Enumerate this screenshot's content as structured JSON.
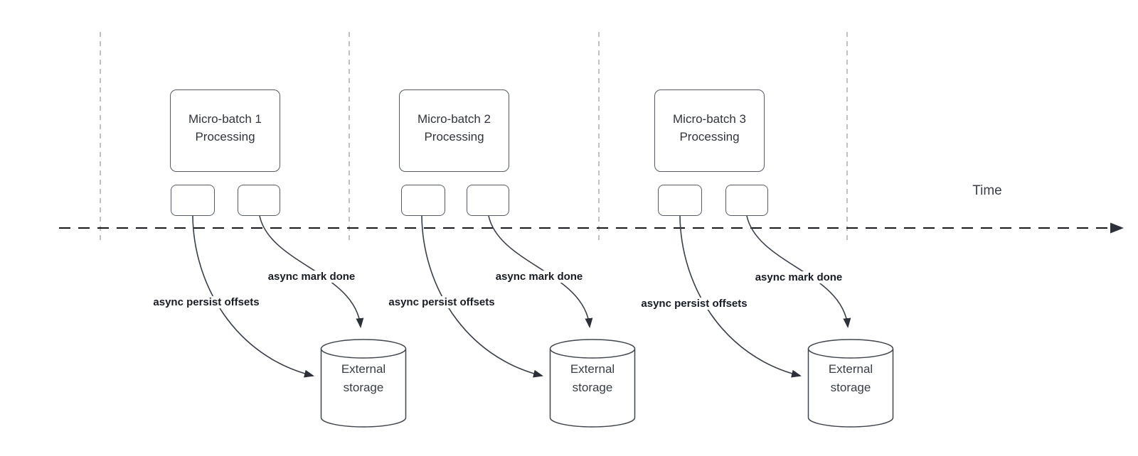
{
  "time_axis": {
    "label": "Time"
  },
  "groups": [
    {
      "id": "micro-batch-1",
      "processing_label": "Micro-batch 1 Processing",
      "persist_arrow_label": "async persist offsets",
      "mark_done_arrow_label": "async mark done",
      "storage_label": "External storage"
    },
    {
      "id": "micro-batch-2",
      "processing_label": "Micro-batch 2 Processing",
      "persist_arrow_label": "async persist offsets",
      "mark_done_arrow_label": "async mark done",
      "storage_label": "External storage"
    },
    {
      "id": "micro-batch-3",
      "processing_label": "Micro-batch 3 Processing",
      "persist_arrow_label": "async persist offsets",
      "mark_done_arrow_label": "async mark done",
      "storage_label": "External storage"
    }
  ],
  "colors": {
    "edge_line": "#3a4049",
    "arrowhead": "#2b3039",
    "axis_line": "#17191d",
    "divider_line": "#b3b3b5",
    "shape_border": "#565b63",
    "text": "#30343c",
    "bold_label_text": "#181c24"
  }
}
